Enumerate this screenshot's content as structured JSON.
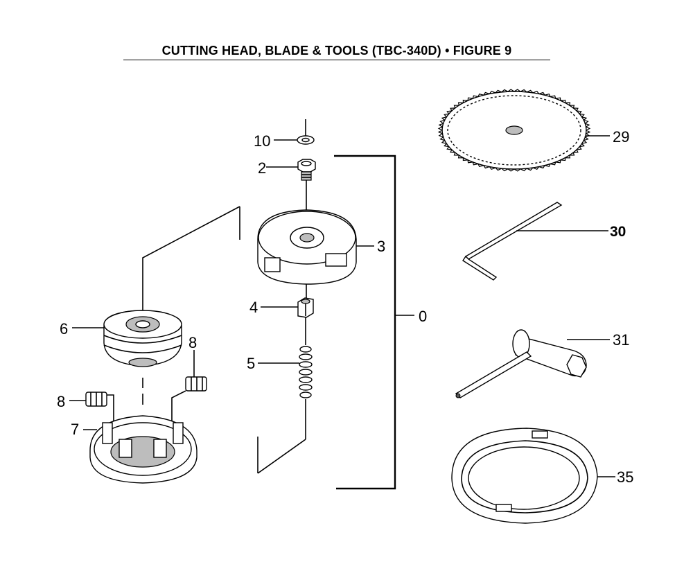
{
  "title": "CUTTING HEAD, BLADE & TOOLS (TBC-340D)  •  FIGURE  9",
  "callouts": {
    "p10": "10",
    "p2": "2",
    "p3": "3",
    "p4": "4",
    "p5": "5",
    "p0": "0",
    "p6": "6",
    "p8a": "8",
    "p8b": "8",
    "p7": "7",
    "p29": "29",
    "p30": "30",
    "p31": "31",
    "p35": "35"
  },
  "colors": {
    "line": "#000000",
    "shading": "#bdbdbd",
    "background": "#ffffff"
  }
}
